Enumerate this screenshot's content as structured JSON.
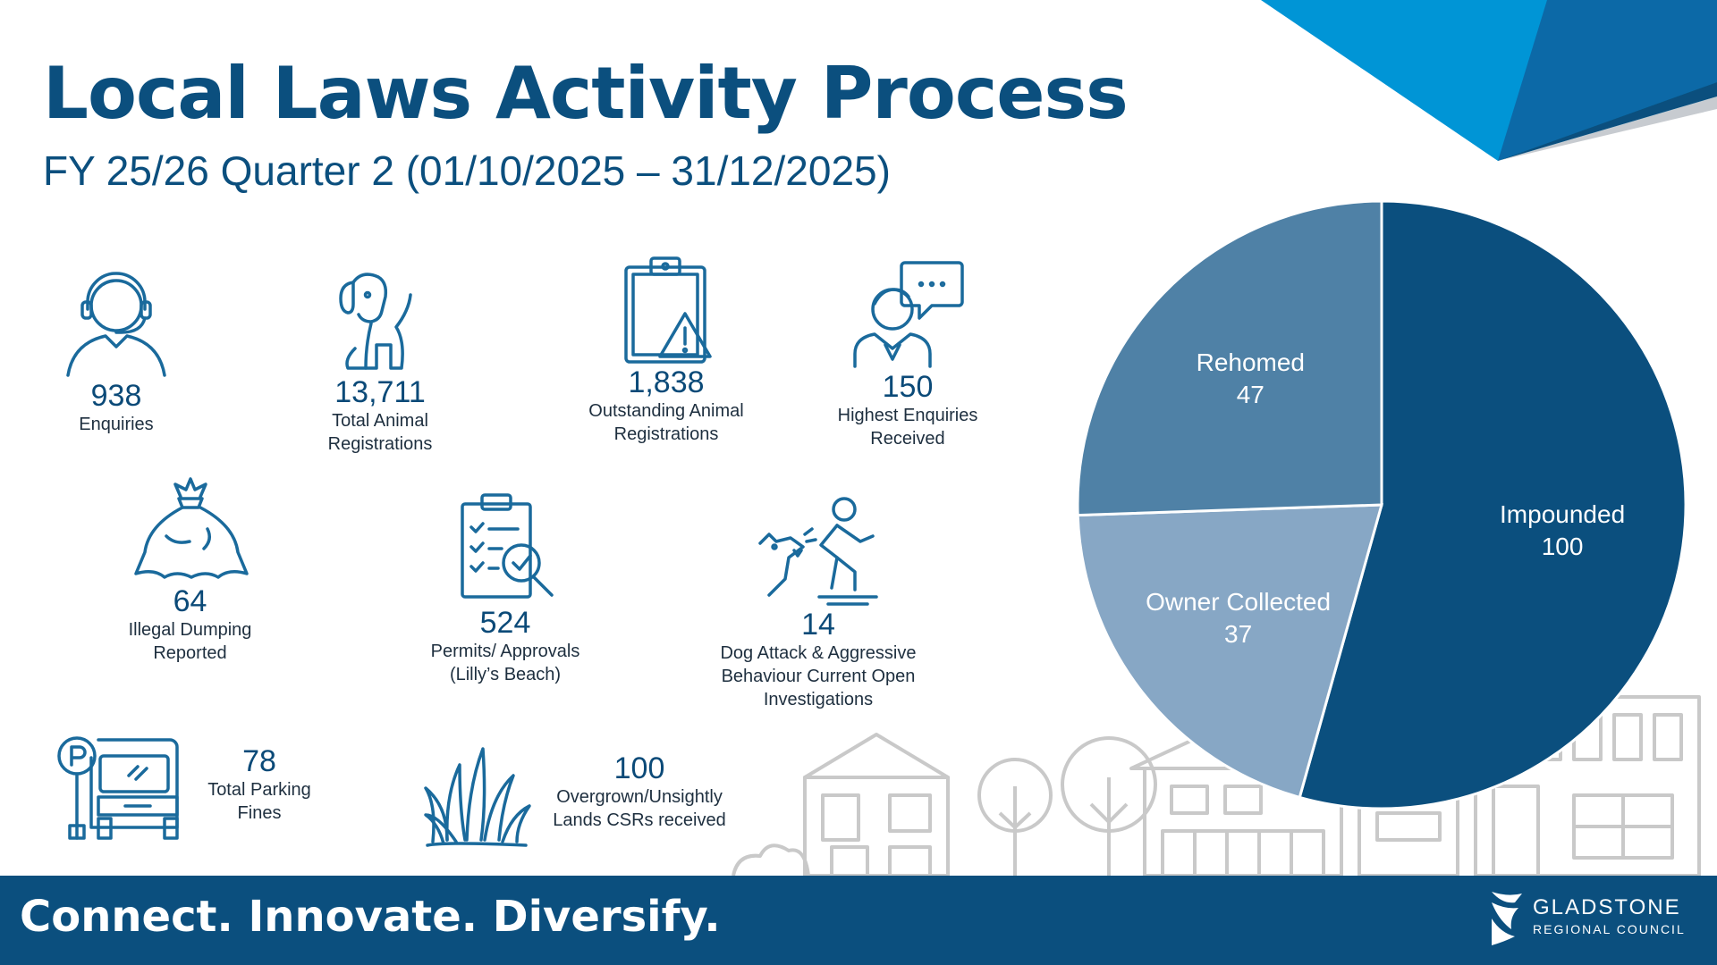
{
  "header": {
    "title": "Local Laws Activity Process",
    "subtitle": "FY 25/26 Quarter 2 (01/10/2025 – 31/12/2025)"
  },
  "stats": [
    {
      "value": "938",
      "label": "Enquiries",
      "icon": "headset-person-icon"
    },
    {
      "value": "13,711",
      "label": "Total Animal\nRegistrations",
      "icon": "dog-icon"
    },
    {
      "value": "1,838",
      "label": "Outstanding Animal\nRegistrations",
      "icon": "clipboard-warning-icon"
    },
    {
      "value": "150",
      "label": "Highest Enquiries\nReceived",
      "icon": "speech-bubble-person-icon"
    },
    {
      "value": "64",
      "label": "Illegal Dumping\nReported",
      "icon": "garbage-bag-icon"
    },
    {
      "value": "524",
      "label": "Permits/ Approvals\n(Lilly’s Beach)",
      "icon": "checklist-magnifier-icon"
    },
    {
      "value": "14",
      "label": "Dog Attack & Aggressive\nBehaviour Current Open\nInvestigations",
      "icon": "dog-attack-icon"
    },
    {
      "value": "78",
      "label": "Total Parking\nFines",
      "icon": "parking-car-icon"
    },
    {
      "value": "100",
      "label": "Overgrown/Unsightly\nLands CSRs received",
      "icon": "grass-icon"
    }
  ],
  "chart_data": {
    "type": "pie",
    "categories": [
      "Impounded",
      "Owner Collected",
      "Rehomed"
    ],
    "values": [
      100,
      37,
      47
    ],
    "colors": [
      "#0b4f7e",
      "#87a7c5",
      "#4f81a6"
    ]
  },
  "footer": {
    "tagline": "Connect. Innovate. Diversify.",
    "logo_name": "GLADSTONE",
    "logo_sub": "REGIONAL COUNCIL"
  },
  "colors": {
    "brand_dark": "#0b4f7e",
    "brand_light": "#0098d8"
  }
}
